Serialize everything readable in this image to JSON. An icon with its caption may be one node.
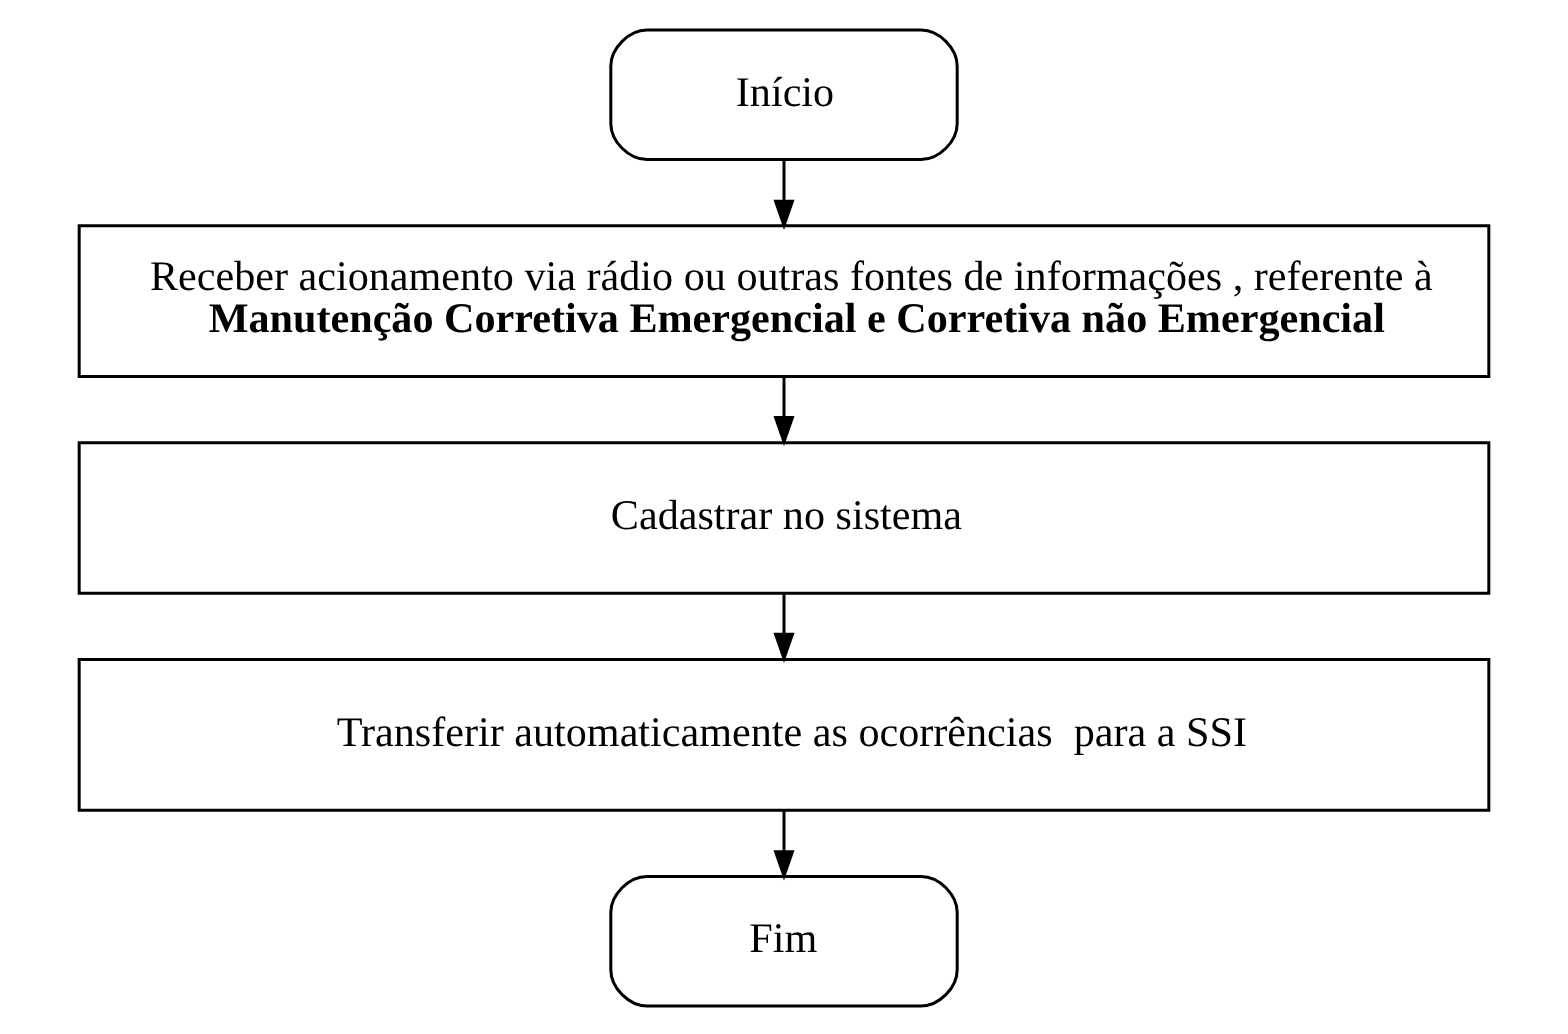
{
  "diagram": {
    "nodes": [
      {
        "text": [
          "Início"
        ]
      },
      {
        "text": [
          "Receber acionamento via rádio ou outras fontes de informações , referente à **Manutenção Corretiva Emergencial e Corretiva não Emergencial**"
        ]
      },
      {
        "text": [
          "Cadastrar no sistema"
        ]
      },
      {
        "text": [
          "Transferir automaticamente as ocorrências  para a SSI"
        ]
      },
      {
        "text": [
          "Fim"
        ]
      }
    ],
    "edges": [
      {
        "from": 0,
        "to": 1,
        "arrow": "to"
      },
      {
        "from": 1,
        "to": 2,
        "arrow": "to"
      },
      {
        "from": 2,
        "to": 3,
        "arrow": "to"
      },
      {
        "from": 3,
        "to": 4,
        "arrow": "to"
      }
    ]
  }
}
